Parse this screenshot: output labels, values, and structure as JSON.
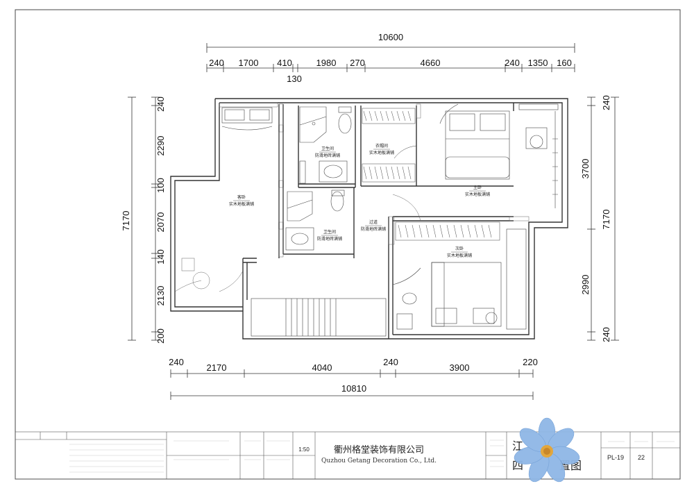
{
  "dimensions": {
    "top_total": "10600",
    "top_segments": [
      "240",
      "1700",
      "410",
      "1980",
      "270",
      "4660",
      "240",
      "1350",
      "160"
    ],
    "top_extra": "130",
    "bottom_segments": [
      "240",
      "2170",
      "4040",
      "240",
      "3900",
      "220"
    ],
    "bottom_total": "10810",
    "left_total": "7170",
    "left_segments": [
      "240",
      "2290",
      "100",
      "2070",
      "140",
      "2130",
      "200"
    ],
    "right_total": "7170",
    "right_segments": [
      "240",
      "3700",
      "2990",
      "240"
    ]
  },
  "rooms": [
    {
      "name": "卫生间",
      "floor": "防滑地砖满铺"
    },
    {
      "name": "衣帽间",
      "floor": "实木地板满铺"
    },
    {
      "name": "主卧",
      "floor": "实木地板满铺"
    },
    {
      "name": "客卧",
      "floor": "实木地板满铺"
    },
    {
      "name": "过道",
      "floor": "防滑地砖满铺"
    },
    {
      "name": "卫生间",
      "floor": "防滑地砖满铺"
    },
    {
      "name": "次卧",
      "floor": "实木地板满铺"
    }
  ],
  "title_block": {
    "company_cn": "衢州格堂装饰有限公司",
    "company_en": "Quzhou Getang Decoration Co., Ltd.",
    "scale": "1:50",
    "drawing_no": "PL-19",
    "sheet": "22",
    "title_partial_top": "江",
    "title_partial_bottom": "四",
    "title_partial_end": "置图"
  },
  "colors": {
    "line": "#222222",
    "wall": "#333333",
    "flower_petal": "#8fb7e6",
    "flower_center": "#e2a63c"
  }
}
